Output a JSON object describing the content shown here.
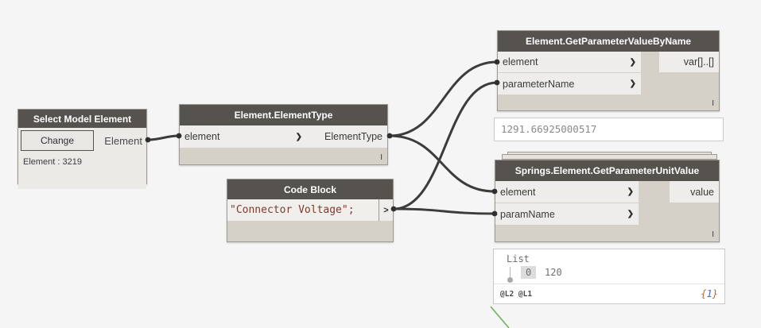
{
  "colors": {
    "canvas_bg": "#f5f5f5",
    "node_header_bg": "#56534f",
    "port_bg": "#eeedeb",
    "node_body_bg": "#d5d0c8",
    "wire": "#3c3c3c",
    "green_wire": "#6cae53",
    "code_text": "#7a3b2e"
  },
  "icons": {
    "port_chevron": "❯",
    "lacing_indicator": "I"
  },
  "nodes": {
    "select_model_element": {
      "title": "Select Model Element",
      "change_button": "Change",
      "output": "Element",
      "selection_text": "Element : 3219"
    },
    "element_elementtype": {
      "title": "Element.ElementType",
      "input": "element",
      "output": "ElementType"
    },
    "code_block": {
      "title": "Code Block",
      "code": "\"Connector Voltage\";",
      "output": ">"
    },
    "get_parameter_value_by_name": {
      "title": "Element.GetParameterValueByName",
      "inputs": [
        "element",
        "parameterName"
      ],
      "output": "var[]..[]"
    },
    "get_parameter_unit_value": {
      "title": "Springs.Element.GetParameterUnitValue",
      "inputs": [
        "element",
        "paramName"
      ],
      "output": "value"
    }
  },
  "previews": {
    "value_preview": "1291.66925000517",
    "list_preview": {
      "root": "List",
      "index": "0",
      "value": "120",
      "levels": "@L2 @L1",
      "count_open": "{",
      "count_value": "1",
      "count_close": "}"
    }
  }
}
